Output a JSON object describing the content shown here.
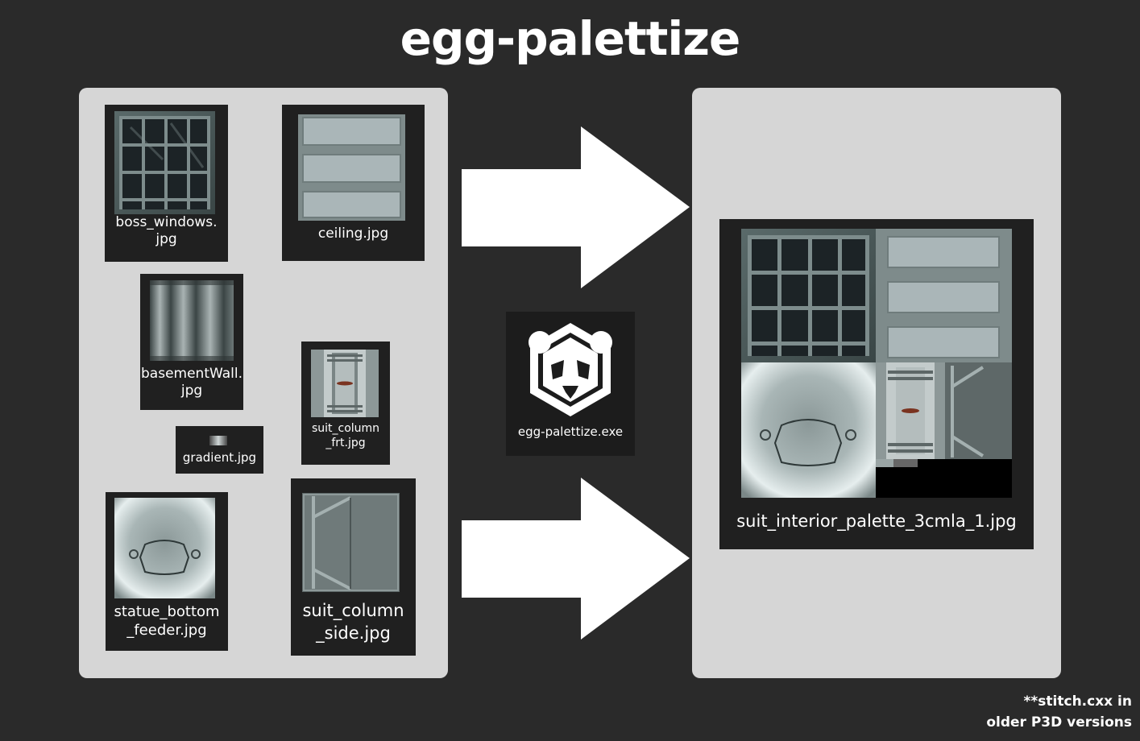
{
  "title": "egg-palettize",
  "inputs": [
    {
      "line1": "boss_windows.",
      "line2": "jpg"
    },
    {
      "line1": "ceiling.jpg",
      "line2": ""
    },
    {
      "line1": "basementWall.",
      "line2": "jpg"
    },
    {
      "line1": "gradient.jpg",
      "line2": ""
    },
    {
      "line1": "suit_column",
      "line2": "_frt.jpg"
    },
    {
      "line1": "statue_bottom",
      "line2": "_feeder.jpg"
    },
    {
      "line1": "suit_column",
      "line2": "_side.jpg"
    }
  ],
  "tool": {
    "label": "egg-palettize.exe",
    "icon": "panda-hexagon-icon"
  },
  "output": {
    "label": "suit_interior_palette_3cmla_1.jpg"
  },
  "footnote": {
    "line1": "**stitch.cxx in",
    "line2": "older P3D versions"
  },
  "colors": {
    "background": "#2a2a2a",
    "panel": "#d6d6d6",
    "tile": "#202020",
    "arrow": "#ffffff"
  }
}
